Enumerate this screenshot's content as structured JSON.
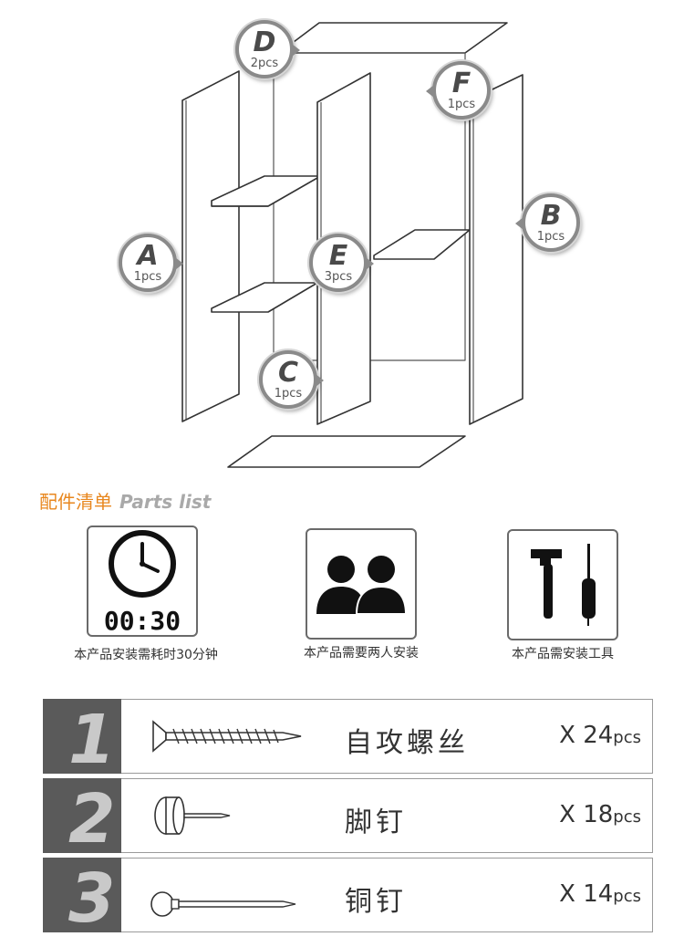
{
  "diagram": {
    "parts": [
      {
        "letter": "D",
        "qty": "2pcs"
      },
      {
        "letter": "F",
        "qty": "1pcs"
      },
      {
        "letter": "B",
        "qty": "1pcs"
      },
      {
        "letter": "A",
        "qty": "1pcs"
      },
      {
        "letter": "E",
        "qty": "3pcs"
      },
      {
        "letter": "C",
        "qty": "1pcs"
      }
    ]
  },
  "section": {
    "title_zh": "配件清单",
    "title_en": "Parts list"
  },
  "info": [
    {
      "icon": "clock-icon",
      "time": "00:30",
      "caption": "本产品安装需耗时30分钟"
    },
    {
      "icon": "two-people-icon",
      "caption": "本产品需要两人安装"
    },
    {
      "icon": "hammer-screwdriver-icon",
      "caption": "本产品需安装工具"
    }
  ],
  "hardware": [
    {
      "number": "1",
      "icon": "screw-icon",
      "name": "自攻螺丝",
      "count_prefix": "X 24",
      "count_unit": "pcs"
    },
    {
      "number": "2",
      "icon": "foot-nail-icon",
      "name": "脚钉",
      "count_prefix": "X 18",
      "count_unit": "pcs"
    },
    {
      "number": "3",
      "icon": "copper-nail-icon",
      "name": "铜钉",
      "count_prefix": "X 14",
      "count_unit": "pcs"
    }
  ],
  "colors": {
    "accent": "#e8871e",
    "number_block": "#5a5a5a",
    "badge_ring": "#8a8a8a"
  }
}
